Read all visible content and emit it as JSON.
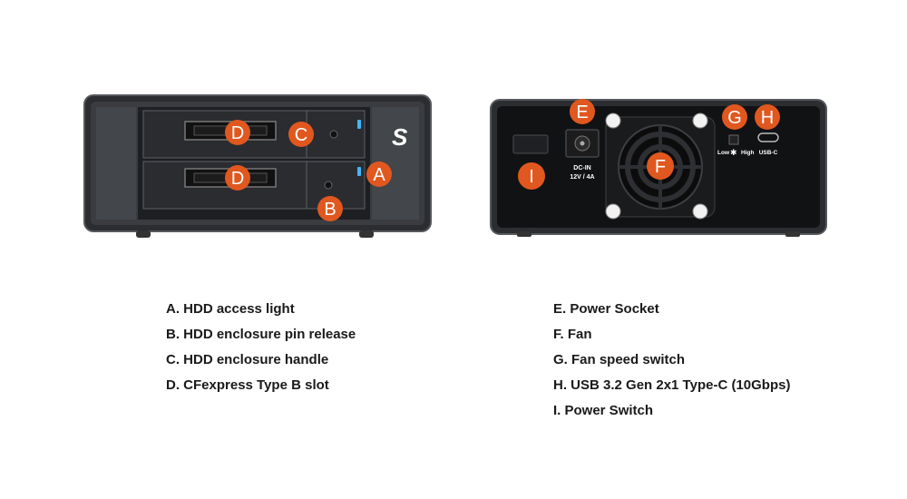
{
  "front": {
    "brand_mark": "S",
    "callouts": {
      "a": "A",
      "b": "B",
      "c": "C",
      "d1": "D",
      "d2": "D"
    }
  },
  "rear": {
    "dc_in_label": "DC-IN",
    "dc_in_rating": "12V / 4A",
    "fan_low_label": "Low",
    "fan_high_label": "High",
    "usb_label": "USB-C",
    "callouts": {
      "e": "E",
      "f": "F",
      "g": "G",
      "h": "H",
      "i": "I"
    }
  },
  "legend_left": [
    "A. HDD access light",
    "B. HDD enclosure pin release",
    "C. HDD enclosure handle",
    "D. CFexpress Type B slot"
  ],
  "legend_right": [
    "E. Power Socket",
    "F. Fan",
    "G. Fan speed switch",
    "H. USB 3.2 Gen 2x1 Type-C (10Gbps)",
    "I. Power Switch"
  ],
  "colors": {
    "callout": "#e0581f",
    "chassis": "#2b2d30",
    "panel": "#3a3c40",
    "led": "#3fb6ff"
  }
}
